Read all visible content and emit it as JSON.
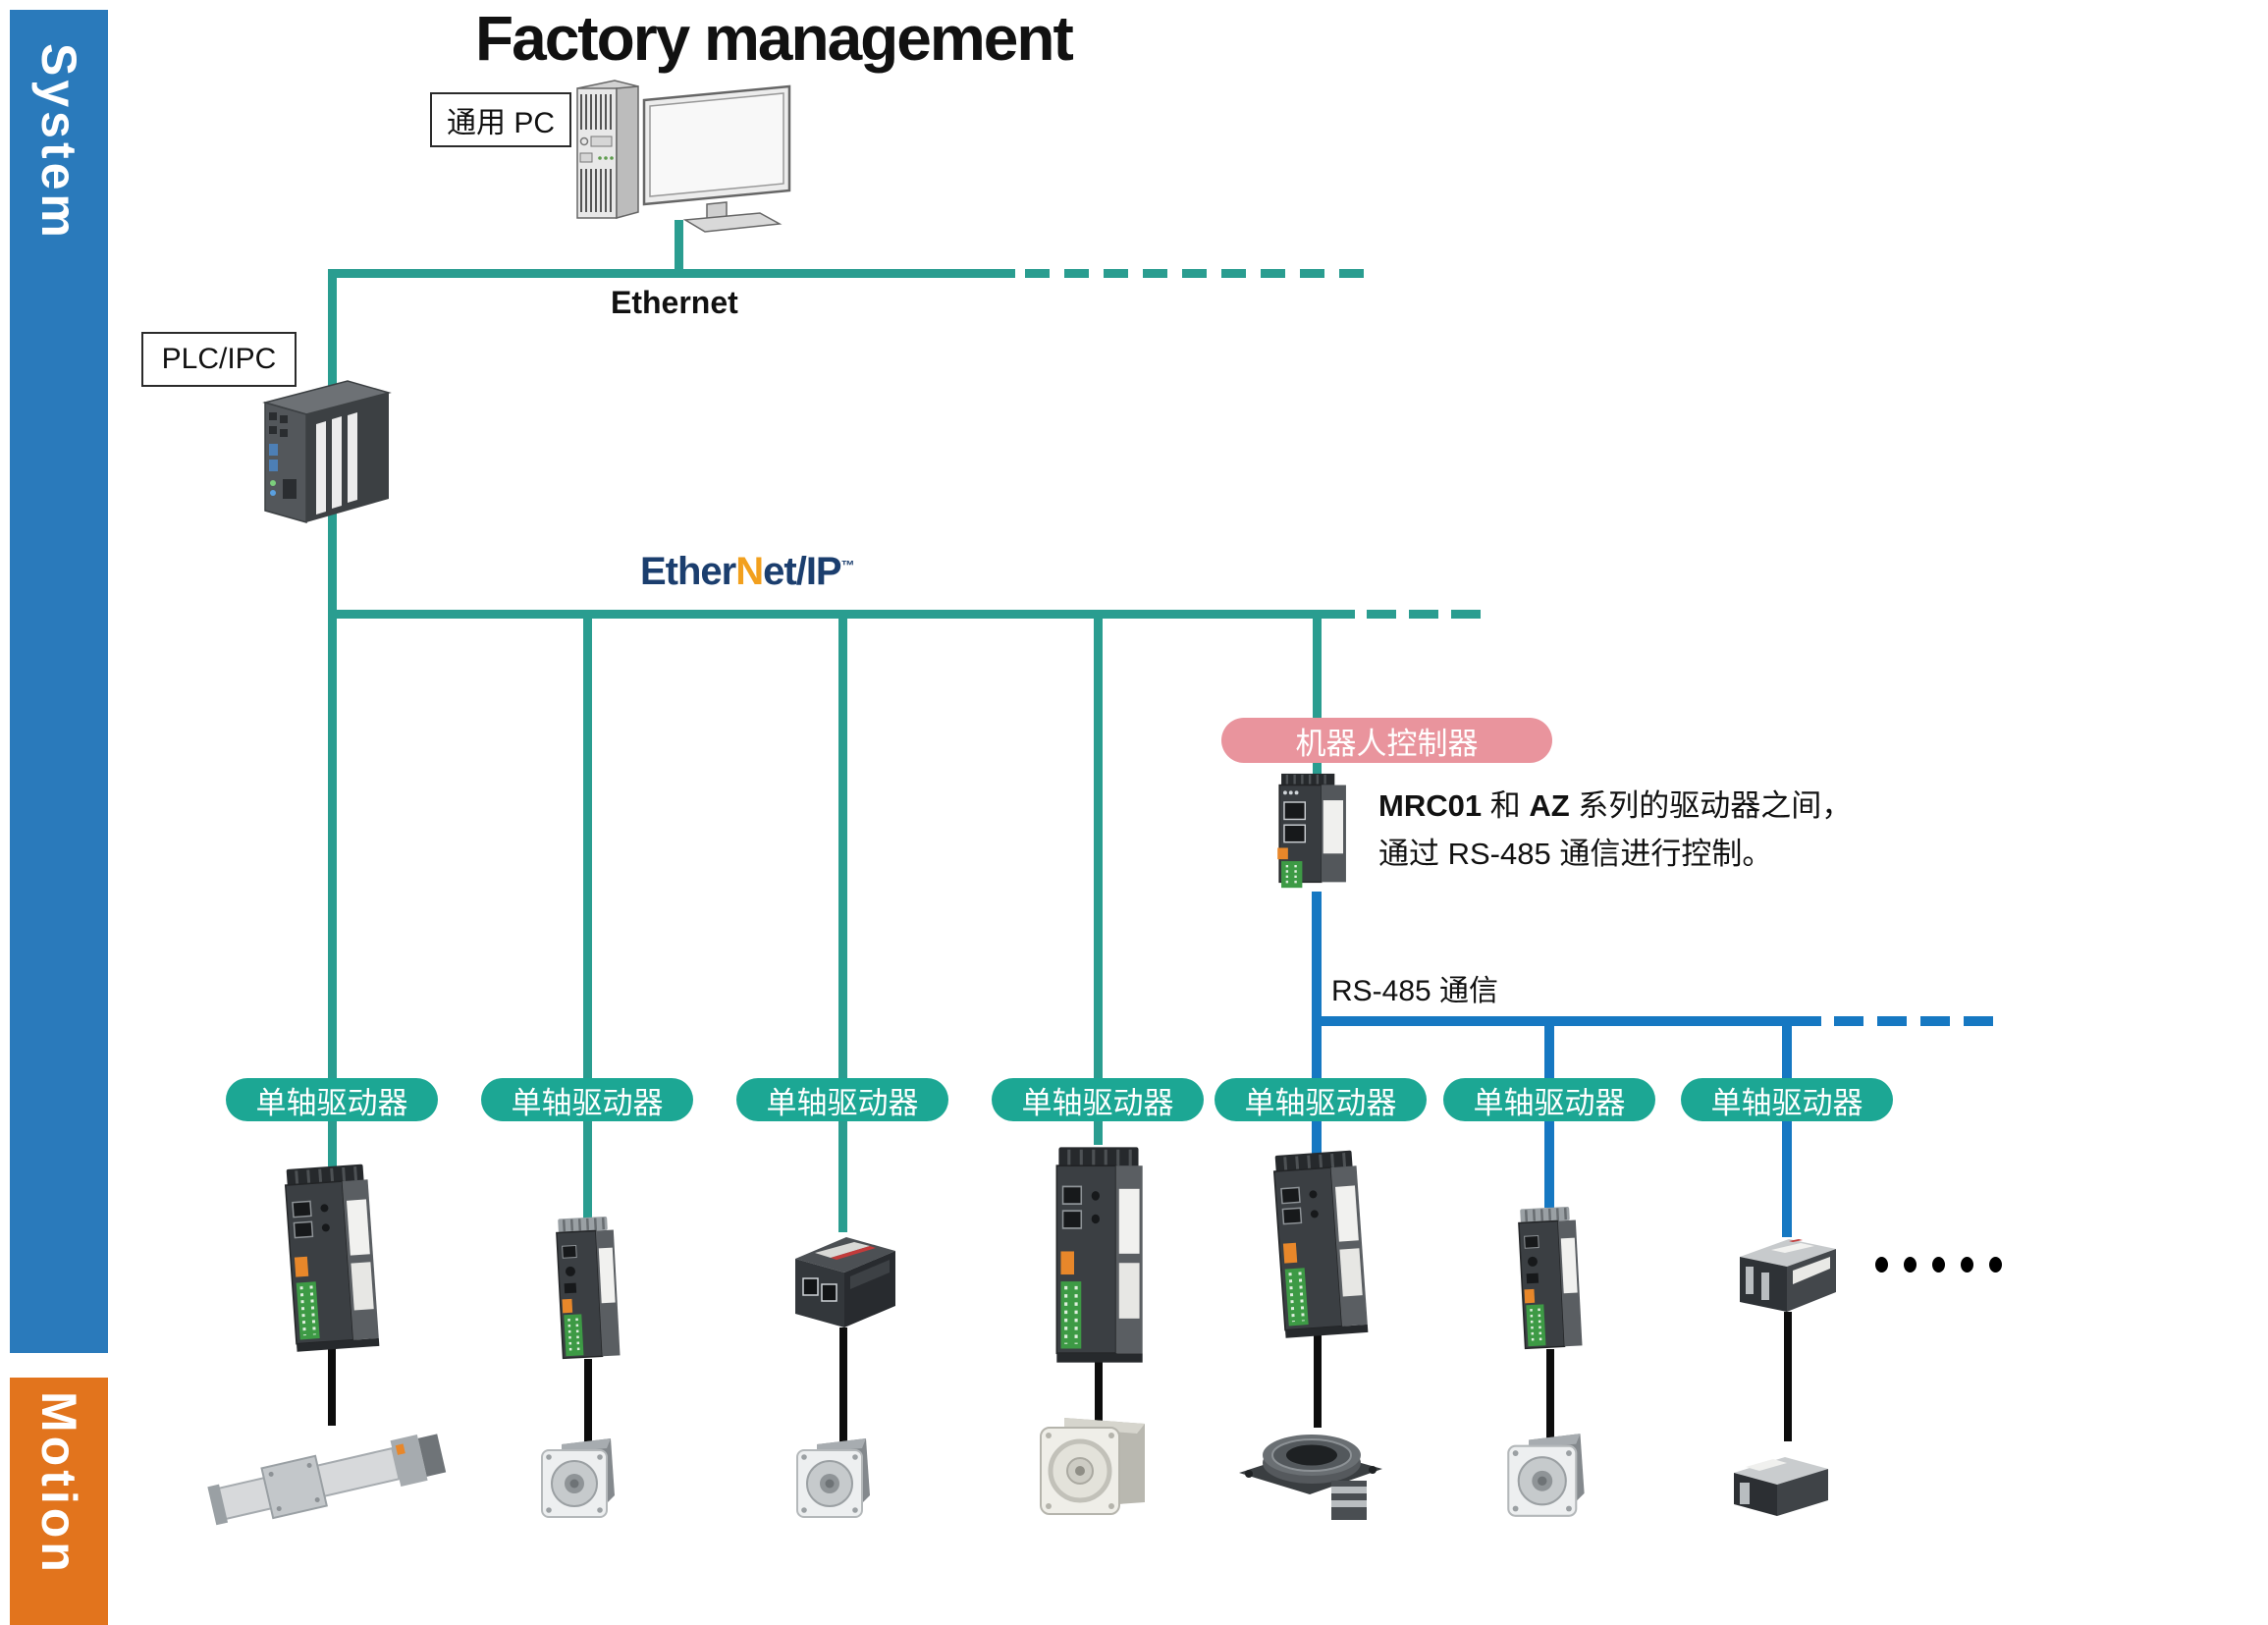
{
  "title": "Factory management",
  "sidebar": {
    "system_label": "System",
    "motion_label": "Motion",
    "system_color": "#2a7abb",
    "motion_color": "#e2741d"
  },
  "labels": {
    "pc": "通用 PC",
    "plc": "PLC/IPC"
  },
  "networks": {
    "ethernet": {
      "label": "Ethernet",
      "color": "#2a9d90"
    },
    "ethernet_ip": {
      "prefix": "Ether",
      "n": "N",
      "suffix": "et/IP",
      "tm": "™",
      "navy": "#1b3e6e",
      "orange": "#f2a01e"
    },
    "rs485": {
      "label": "RS-485 通信",
      "color": "#1678c2"
    }
  },
  "robot_controller": {
    "badge": "机器人控制器",
    "badge_color": "#e9949d",
    "note_p1": "MRC01",
    "note_p2": " 和 ",
    "note_p3": "AZ",
    "note_p4": " 系列的驱动器之间，",
    "note_line2": "通过 RS-485 通信进行控制。"
  },
  "drivers": {
    "badge_color": "#1ca794",
    "badges": [
      {
        "label": "单轴驱动器"
      },
      {
        "label": "单轴驱动器"
      },
      {
        "label": "单轴驱动器"
      },
      {
        "label": "单轴驱动器"
      },
      {
        "label": "单轴驱动器"
      },
      {
        "label": "单轴驱动器"
      },
      {
        "label": "单轴驱动器"
      }
    ]
  }
}
